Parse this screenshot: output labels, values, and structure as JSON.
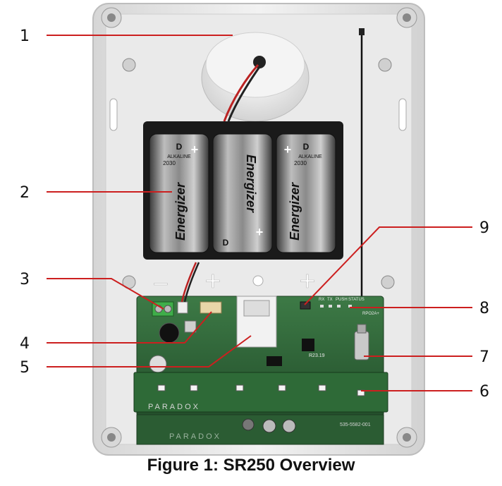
{
  "figure": {
    "caption": "Figure 1: SR250 Overview",
    "callouts": [
      "1",
      "2",
      "3",
      "4",
      "5",
      "6",
      "7",
      "8",
      "9"
    ]
  },
  "device": {
    "battery_label": "Energizer",
    "battery_size": "D",
    "battery_type": "ALKALINE",
    "battery_year": "2030",
    "pcb_brand": "PARADOX",
    "pcb_part": "535-5582-001",
    "pcb_rev": "R23.19",
    "pcb_model": "RPO2A+",
    "led_labels": [
      "RX",
      "TX",
      "PUSH",
      "STATUS"
    ],
    "polarity_minus": "−",
    "polarity_plus": "+"
  },
  "colors": {
    "leader_line": "#cc1f1f",
    "housing": "#e8e8e8",
    "pcb": "#2f6b3a",
    "battery_body": "#9a9a9a",
    "battery_holder": "#1a1a1a"
  }
}
